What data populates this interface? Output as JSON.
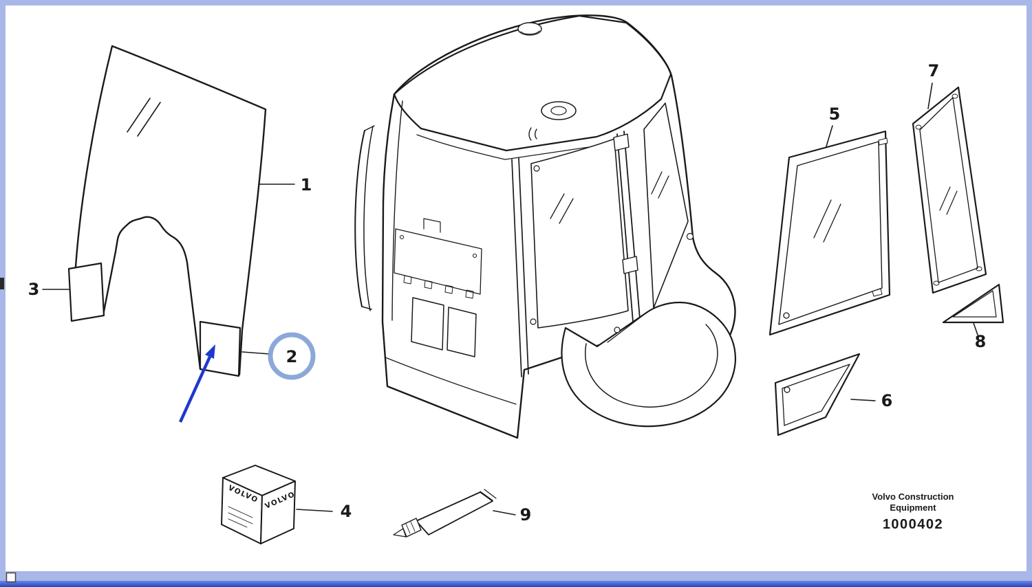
{
  "colors": {
    "frame_border": "#a9b6e8",
    "canvas_bg": "#ffffff",
    "line_ink": "#1a1a1a",
    "arrow_accent": "#2038cc",
    "highlight_ring": "#7f9fd4",
    "bottom_bar_top": "#6c85ea",
    "bottom_bar_bottom": "#2544bd"
  },
  "diagram": {
    "callouts": {
      "c1": "1",
      "c2": "2",
      "c3": "3",
      "c4": "4",
      "c5": "5",
      "c6": "6",
      "c7": "7",
      "c8": "8",
      "c9": "9"
    },
    "highlighted_callout": "2",
    "box_brand": "VOLVO",
    "branding": {
      "company_line1": "Volvo Construction",
      "company_line2": "Equipment",
      "figure_number": "1000402"
    }
  }
}
